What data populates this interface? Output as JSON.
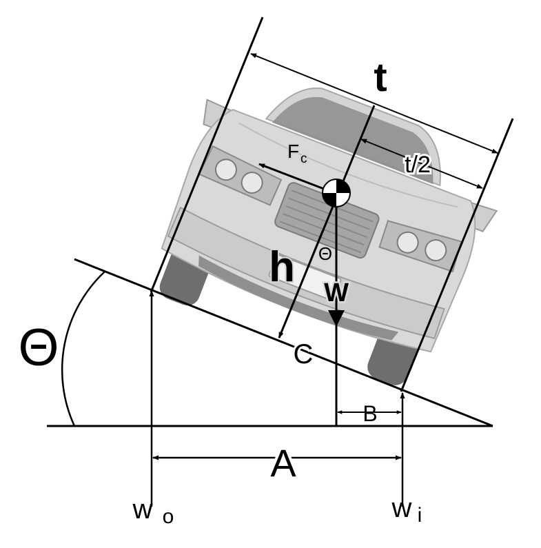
{
  "labels": {
    "track_width": "t",
    "half_track": "t/2",
    "centrifugal_force_main": "F",
    "centrifugal_force_sub": "c",
    "cg_height": "h",
    "angle_at_cg": "Θ",
    "weight": "W",
    "cg_ground_point": "C",
    "offset_b": "B",
    "span_a": "A",
    "bank_angle": "Θ",
    "outer_wheel_main": "w",
    "outer_wheel_sub": "o",
    "inner_wheel_main": "w",
    "inner_wheel_sub": "i"
  },
  "colors": {
    "ink": "#000000",
    "car_body": "#d9d9d9",
    "car_shadow": "#a8a8a8",
    "car_dark": "#6e6e6e",
    "background": "#ffffff"
  }
}
